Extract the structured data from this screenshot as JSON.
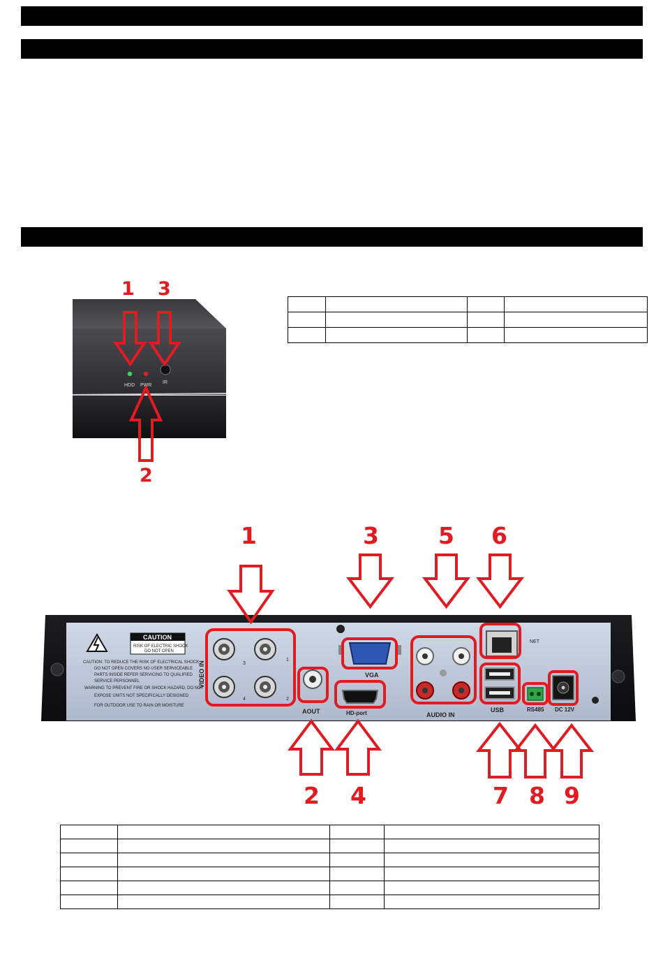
{
  "front_panel": {
    "leds": [
      "HDD",
      "PWR"
    ],
    "ir_label": "IR",
    "callouts": [
      "1",
      "2",
      "3"
    ]
  },
  "rear_panel": {
    "callouts": [
      "1",
      "2",
      "3",
      "4",
      "5",
      "6",
      "7",
      "8",
      "9"
    ],
    "labels": {
      "video_in": "VIDEO IN",
      "aout": "AOUT",
      "vga": "VGA",
      "hdmi": "HD-port",
      "audio_in": "AUDIO IN",
      "usb": "USB",
      "net": "NET",
      "rs485": "RS485",
      "dc": "DC 12V",
      "bnc_1": "1",
      "bnc_2": "2",
      "bnc_3": "3",
      "bnc_4": "4",
      "caution_title": "CAUTION",
      "caution_sub_1": "RISK OF ELECTRIC SHOCK",
      "caution_sub_2": "DO NOT OPEN",
      "warning_lines": [
        "CAUTION: TO REDUCE THE RISK OF ELECTRICAL SHOCK",
        "DO NOT OPEN COVERS NO USER SERVICEABLE",
        "PARTS INSIDE REFER SERVICING TO QUALIFIED",
        "SERVICE PERSONNEL",
        "WARNING TO PREVENT FIRE OR SHOCK HAZARD, DO NOT",
        "EXPOSE UNITS NOT SPECIFICALLY DESIGNED",
        "FOR OUTDOOR USE TO RAIN OR MOISTURE"
      ]
    }
  },
  "colors": {
    "callout": "#e11b22",
    "bar": "#000000"
  }
}
